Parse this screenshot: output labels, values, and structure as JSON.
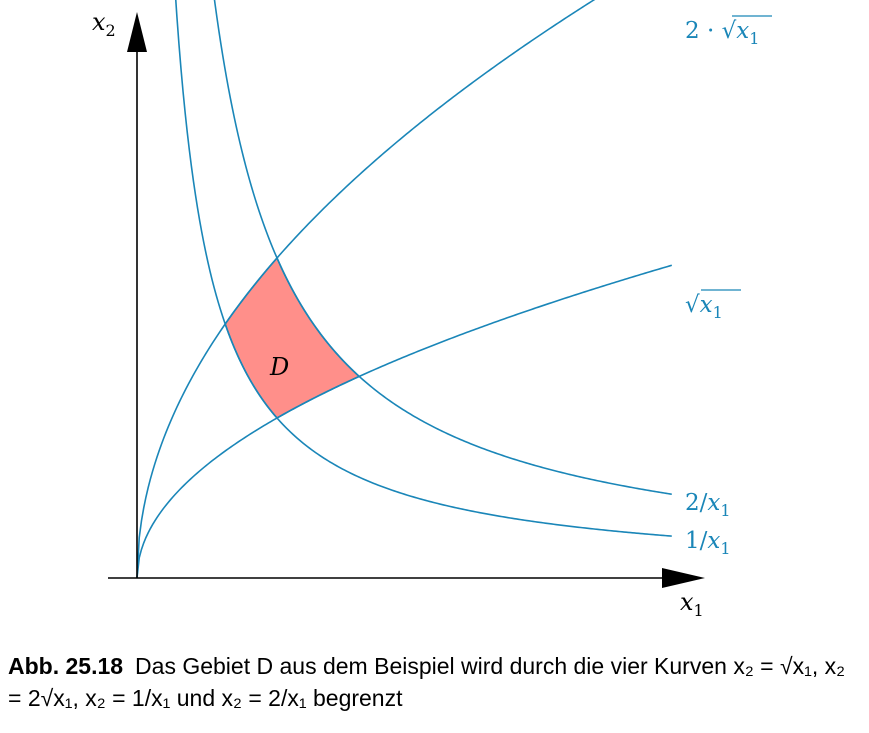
{
  "diagram": {
    "axis_x_label": "x",
    "axis_x_sub": "1",
    "axis_y_label": "x",
    "axis_y_sub": "2",
    "region_label": "D",
    "curves": [
      {
        "id": "two-sqrt",
        "label_prefix": "2 · √",
        "label_var": "x",
        "label_sub": "1"
      },
      {
        "id": "sqrt",
        "label_prefix": "√",
        "label_var": "x",
        "label_sub": "1"
      },
      {
        "id": "two-over",
        "label_prefix": "2/",
        "label_var": "x",
        "label_sub": "1"
      },
      {
        "id": "one-over",
        "label_prefix": "1/",
        "label_var": "x",
        "label_sub": "1"
      }
    ],
    "colors": {
      "curve": "#1a86b8",
      "region": "#ff8f8a",
      "axis": "#000000"
    }
  },
  "caption": {
    "label": "Abb. 25.18",
    "text": "Das Gebiet D aus dem Beispiel wird durch die vier Kurven x₂ = √x₁, x₂ = 2√x₁, x₂ = 1/x₁ und x₂ = 2/x₁ begrenzt"
  }
}
